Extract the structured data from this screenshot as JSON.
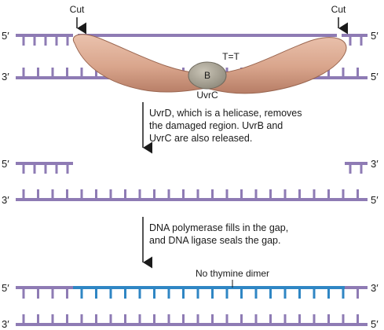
{
  "panel1": {
    "cut_left": "Cut",
    "cut_right": "Cut",
    "top_left_end": "5′",
    "top_right_end": "5′",
    "bottom_left_end": "3′",
    "bottom_right_end": "5′",
    "dimer": "T=T",
    "uvrb": "B",
    "uvrc": "UvrC"
  },
  "step1": {
    "lines": [
      "UvrD, which is a helicase, removes",
      "the damaged region. UvrB and",
      "UvrC are also released."
    ]
  },
  "panel2": {
    "top_left_end": "5′",
    "top_right_end": "3′",
    "bottom_left_end": "3′",
    "bottom_right_end": "5′"
  },
  "step2": {
    "lines": [
      "DNA polymerase fills in the gap,",
      "and DNA ligase seals the gap."
    ]
  },
  "panel3": {
    "annotation": "No thymine dimer",
    "top_left_end": "5′",
    "top_right_end": "3′",
    "bottom_left_end": "3′",
    "bottom_right_end": "5′"
  },
  "colors": {
    "dna_strand": "#8e7bb4",
    "new_strand": "#2f86c4",
    "uvrc_body": "#d9a58c",
    "uvrb": "#a9a393"
  }
}
